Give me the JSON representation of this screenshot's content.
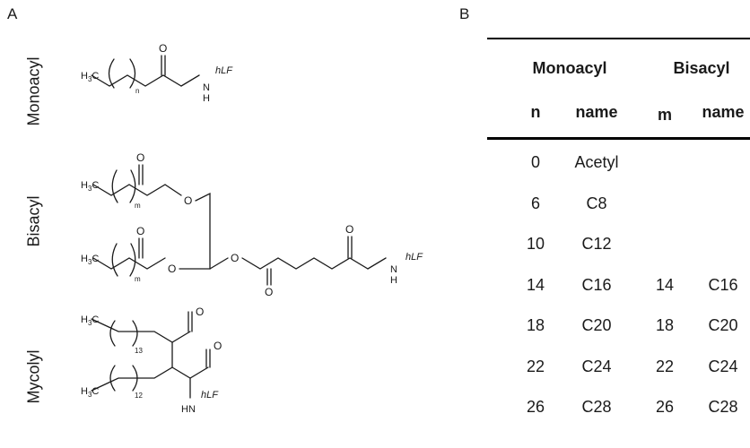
{
  "panels": {
    "a": "A",
    "b": "B"
  },
  "structures": {
    "monoacyl": {
      "label": "Monoacyl",
      "methyl": "H",
      "methyl_sub": "3",
      "methyl_c": "C",
      "oxygen": "O",
      "repeat": "n",
      "nh": "N",
      "h": "H",
      "hlf": "hLF"
    },
    "bisacyl": {
      "label": "Bisacyl",
      "methyl": "H",
      "methyl_sub": "3",
      "methyl_c": "C",
      "repeat": "m",
      "oxygen": "O",
      "nh": "N",
      "h": "H",
      "hlf": "hLF"
    },
    "mycolyl": {
      "label": "Mycolyl",
      "methyl": "H",
      "methyl_sub": "3",
      "methyl_c": "C",
      "repeat_top": "13",
      "repeat_bottom": "12",
      "oxygen": "O",
      "hn": "HN",
      "hlf": "hLF"
    }
  },
  "table": {
    "group_headers": [
      "Monoacyl",
      "Bisacyl"
    ],
    "sub_headers": [
      "n",
      "name",
      "m",
      "name"
    ],
    "rows": [
      [
        "0",
        "Acetyl",
        "",
        ""
      ],
      [
        "6",
        "C8",
        "",
        ""
      ],
      [
        "10",
        "C12",
        "",
        ""
      ],
      [
        "14",
        "C16",
        "14",
        "C16"
      ],
      [
        "18",
        "C20",
        "18",
        "C20"
      ],
      [
        "22",
        "C24",
        "22",
        "C24"
      ],
      [
        "26",
        "C28",
        "26",
        "C28"
      ]
    ]
  }
}
